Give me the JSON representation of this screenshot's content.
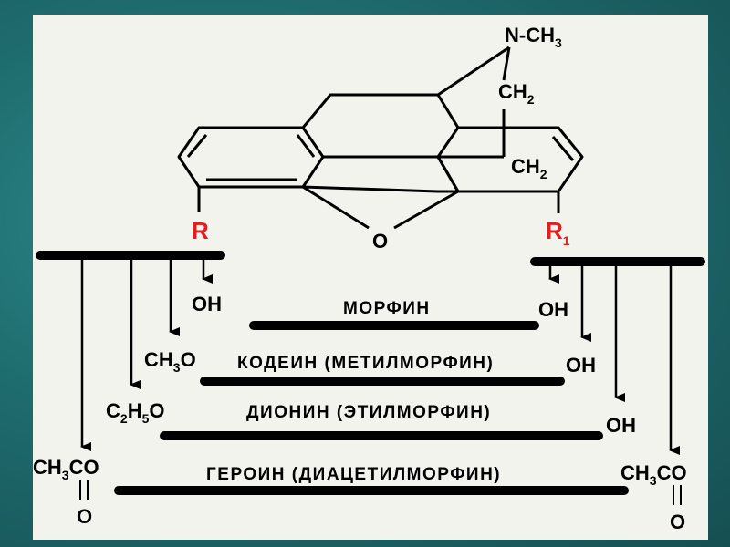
{
  "structure": {
    "n_methyl": "N-CH",
    "n_methyl_sub": "3",
    "ch2_upper": "CH",
    "ch2_upper_sub": "2",
    "ch2_lower": "CH",
    "ch2_lower_sub": "2",
    "bridge_oxygen": "O",
    "r_left": "R",
    "r_right": "R",
    "r_right_sub": "1"
  },
  "rows": [
    {
      "name": "МОРФИН",
      "left": {
        "main": "OH"
      },
      "right": {
        "main": "OH"
      }
    },
    {
      "name": "КОДЕИН (МЕТИЛМОРФИН)",
      "left": {
        "pre": "CH",
        "sub": "3",
        "post": "O"
      },
      "right": {
        "main": "OH"
      }
    },
    {
      "name": "ДИОНИН (ЭТИЛМОРФИН)",
      "left": {
        "pre": "C",
        "sub": "2",
        "mid": "H",
        "sub2": "5",
        "post": "O"
      },
      "right": {
        "main": "OH"
      }
    },
    {
      "name": "ГЕРОИН (ДИАЦЕТИЛМОРФИН)",
      "left": {
        "pre": "CH",
        "sub": "3",
        "post": "CO",
        "carbonyl_o": "O"
      },
      "right": {
        "pre": "CH",
        "sub": "3",
        "post": "CO",
        "carbonyl_o": "O"
      }
    }
  ],
  "colors": {
    "background": "#1e6c6e",
    "panel": "#f3f3ee",
    "ink": "#000000",
    "r_label": "#e02020"
  }
}
